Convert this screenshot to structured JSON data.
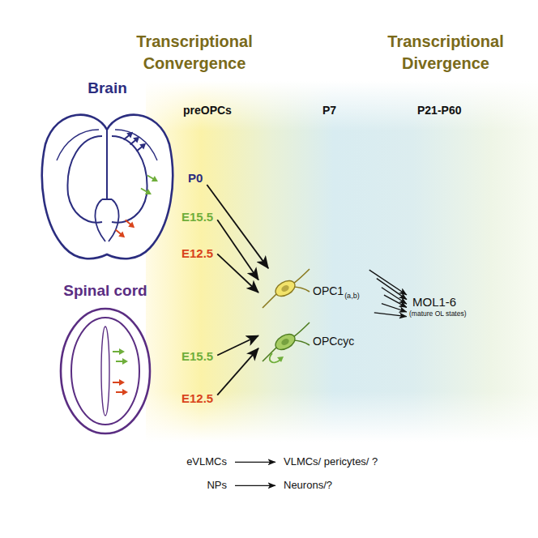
{
  "diagram": {
    "nodes": [
      {
        "text": [
          "Brain"
        ]
      },
      {
        "text": [
          "Spinal cord"
        ]
      },
      {
        "text": [
          "P0"
        ]
      },
      {
        "text": [
          "E15.5"
        ]
      },
      {
        "text": [
          "E12.5"
        ]
      },
      {
        "text": [
          "E15.5"
        ]
      },
      {
        "text": [
          "E12.5"
        ]
      },
      {
        "text": [
          "OPC1",
          "(a,b)"
        ]
      },
      {
        "text": [
          "OPCcyc"
        ]
      },
      {
        "text": [
          "MOL1-6",
          "(mature OL states)"
        ]
      },
      {
        "text": [
          "eVLMCs"
        ]
      },
      {
        "text": [
          "VLMCs/ pericytes/ ?"
        ]
      },
      {
        "text": [
          "NPs"
        ]
      },
      {
        "text": [
          "Neurons/?"
        ]
      }
    ],
    "edges": [
      {
        "from": 2,
        "to": 7,
        "arrow": "to"
      },
      {
        "from": 3,
        "to": 7,
        "arrow": "to"
      },
      {
        "from": 4,
        "to": 7,
        "arrow": "to"
      },
      {
        "from": 5,
        "to": 8,
        "arrow": "to"
      },
      {
        "from": 6,
        "to": 8,
        "arrow": "to"
      },
      {
        "from": 7,
        "to": 9,
        "arrow": "to"
      },
      {
        "from": 7,
        "to": 9,
        "arrow": "to"
      },
      {
        "from": 7,
        "to": 9,
        "arrow": "to"
      },
      {
        "from": 7,
        "to": 9,
        "arrow": "to"
      },
      {
        "from": 7,
        "to": 9,
        "arrow": "to"
      },
      {
        "from": 7,
        "to": 9,
        "arrow": "to"
      },
      {
        "from": 10,
        "to": 11,
        "arrow": "to"
      },
      {
        "from": 12,
        "to": 13,
        "arrow": "to"
      }
    ],
    "labels": [
      "Transcriptional Convergence",
      "Transcriptional Divergence",
      "preOPCs",
      "P7",
      "P21-P60"
    ]
  }
}
